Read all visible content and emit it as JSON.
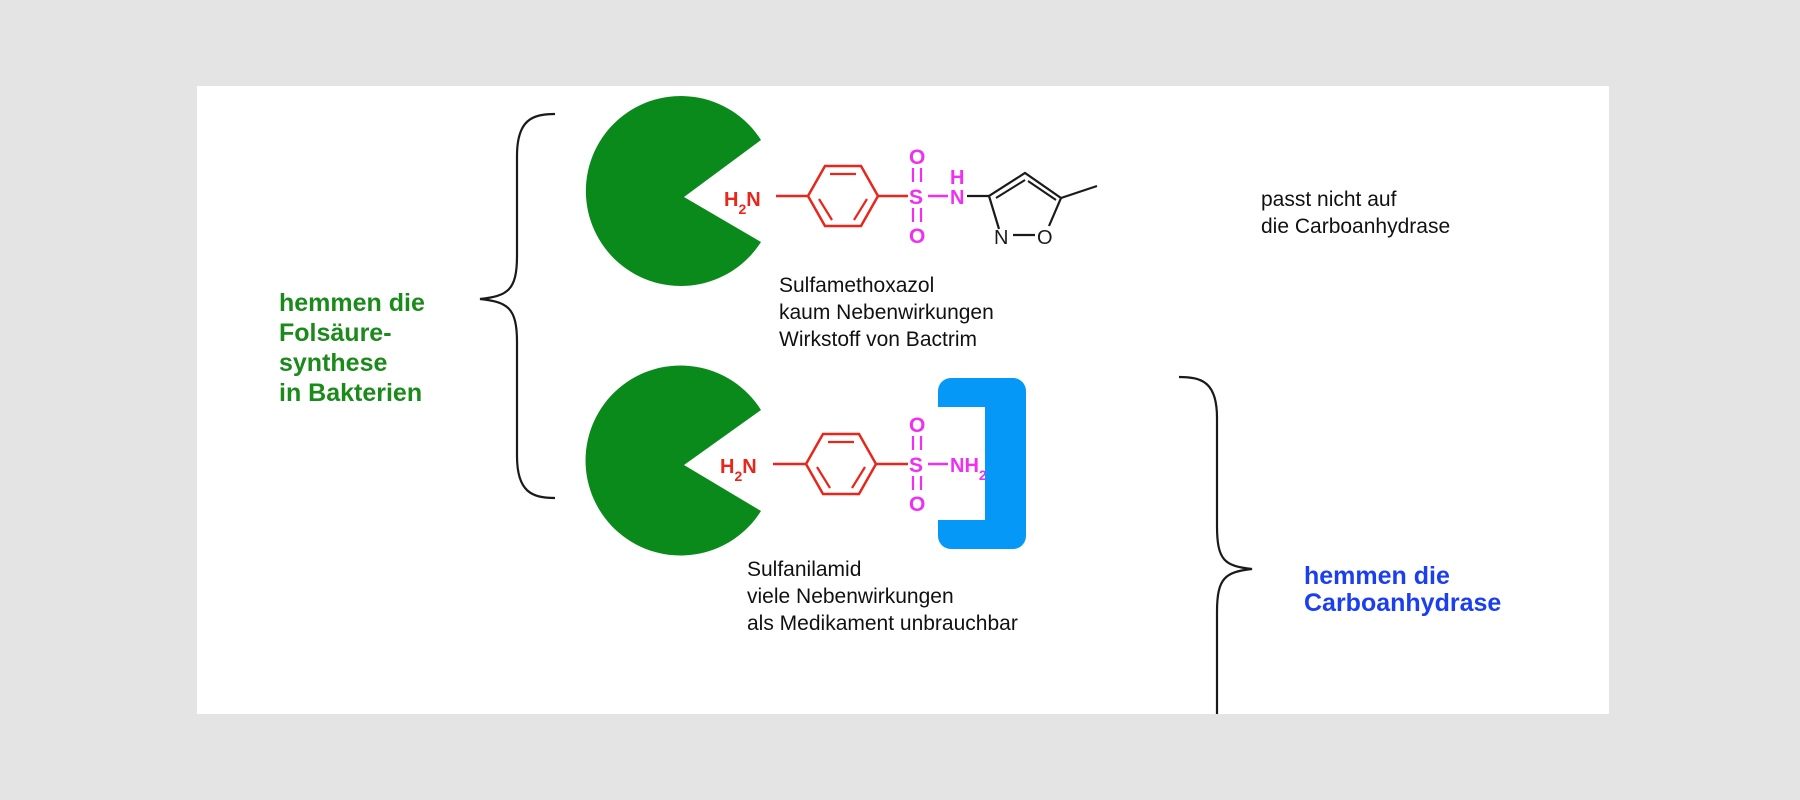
{
  "colors": {
    "background": "#e4e4e4",
    "slide": "#ffffff",
    "enzyme_green": "#0b8a1c",
    "carboanhydrase_blue": "#0598f7",
    "aromatic_red": "#e8261c",
    "sulfonyl_magenta": "#f030f0",
    "green_text": "#1a8a1a",
    "blue_text": "#1a3ef0"
  },
  "top_molecule": {
    "amine": "H2N",
    "sulfur": "S",
    "oxygen": "O",
    "nh_h": "H",
    "nh_n": "N",
    "ring_n": "N",
    "ring_o": "O",
    "caption": [
      "Sulfamethoxazol",
      "kaum Nebenwirkungen",
      "Wirkstoff von Bactrim"
    ],
    "note": [
      "passt nicht auf",
      "die Carboanhydrase"
    ]
  },
  "bottom_molecule": {
    "amine": "H2N",
    "sulfur": "S",
    "oxygen": "O",
    "sulfonamide": "NH2",
    "caption": [
      "Sulfanilamid",
      "viele Nebenwirkungen",
      "als Medikament unbrauchbar"
    ]
  },
  "left_group": {
    "heading": [
      "hemmen die",
      "Folsäure-",
      "synthese",
      "in Bakterien"
    ]
  },
  "right_group": {
    "heading": [
      "hemmen die",
      "Carboanhydrase"
    ]
  }
}
